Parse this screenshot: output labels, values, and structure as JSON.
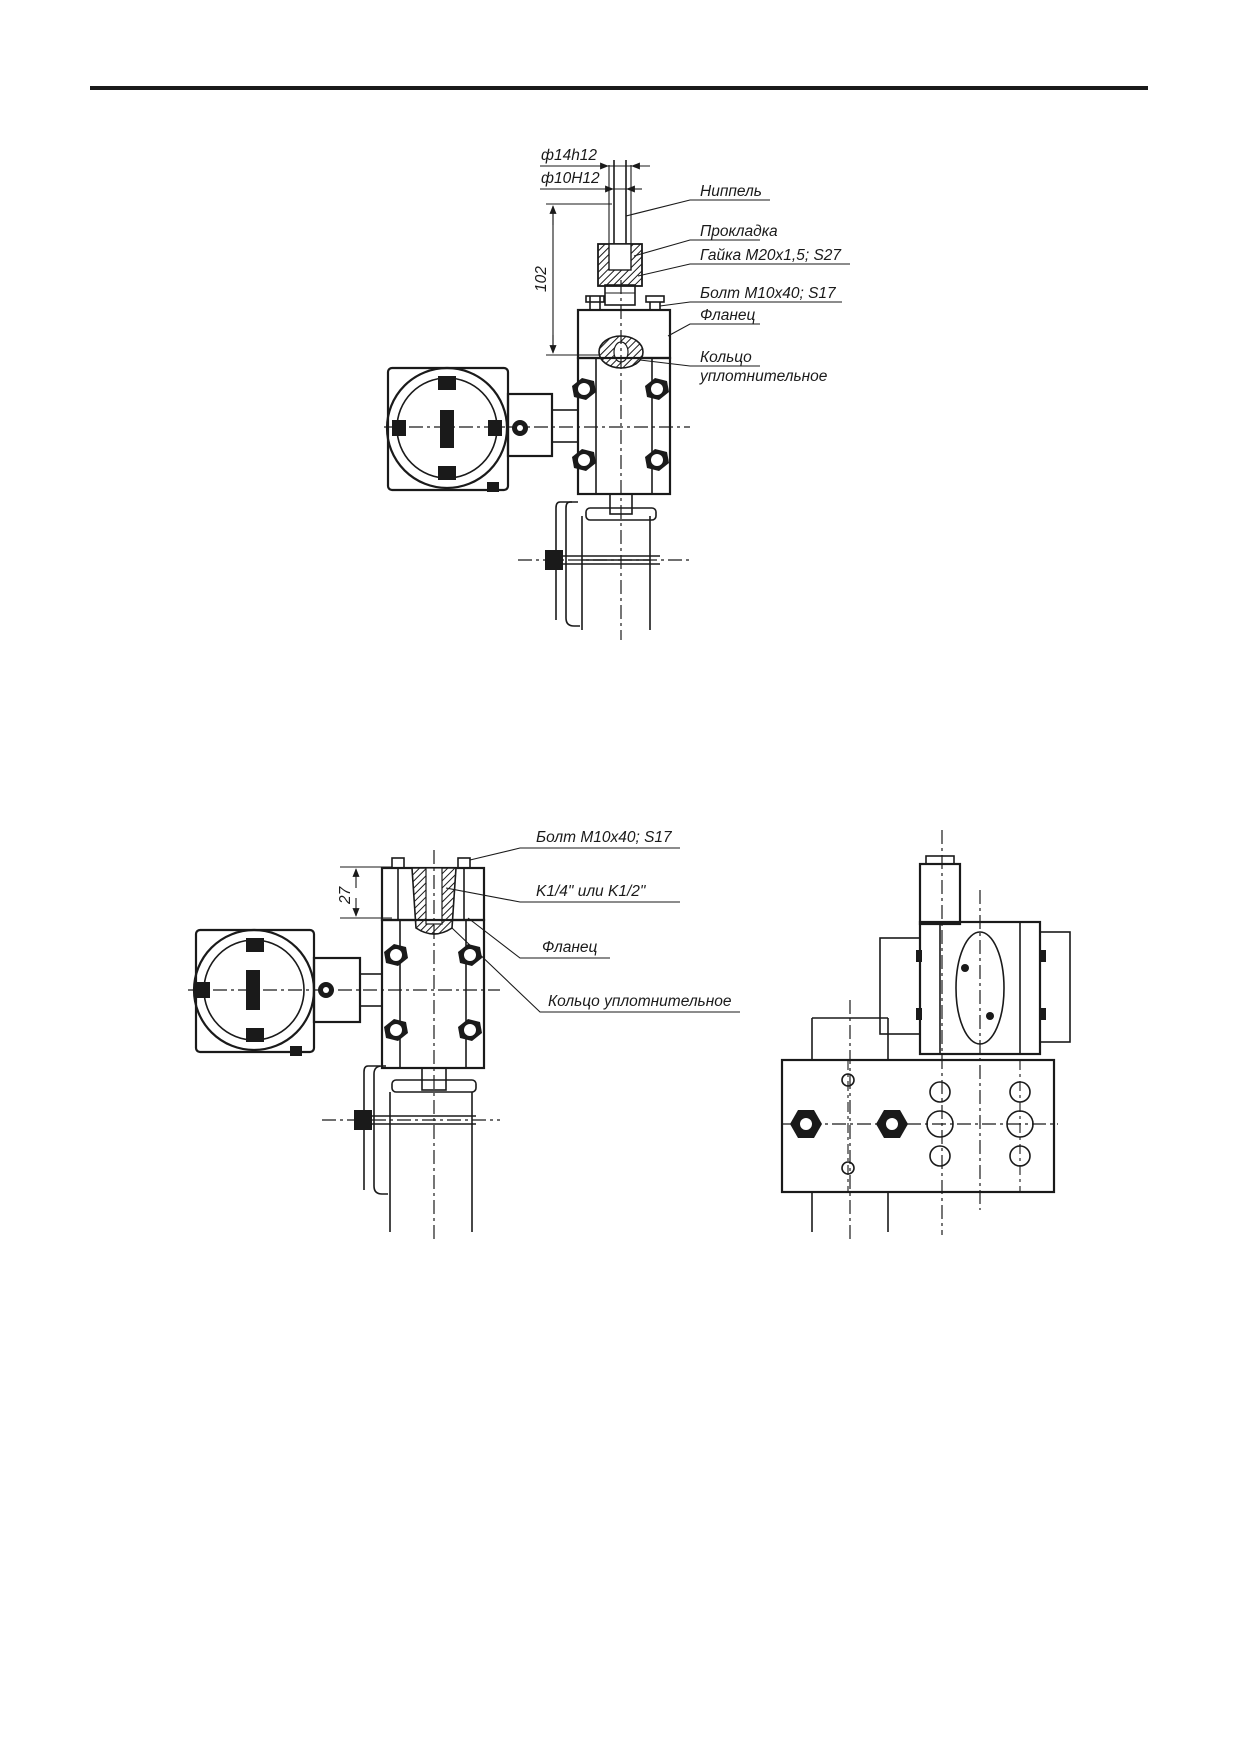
{
  "page": {
    "header_rule_color": "#1a1a1a",
    "ink_color": "#1a1a1a"
  },
  "top_figure": {
    "dims": {
      "outer_dia": "ф14h12",
      "inner_dia": "ф10H12",
      "height": "102"
    },
    "labels": {
      "nipple": "Ниппель",
      "gasket": "Прокладка",
      "nut": "Гайка М20х1,5; S27",
      "bolt": "Болт М10х40; S17",
      "flange": "Фланец",
      "ring_1": "Кольцо",
      "ring_2": "уплотнительное"
    }
  },
  "bottom_figure": {
    "dims": {
      "height": "27"
    },
    "labels": {
      "bolt": "Болт М10х40; S17",
      "thread": "K1/4\" или K1/2\"",
      "flange": "Фланец",
      "ring": "Кольцо уплотнительное"
    }
  }
}
